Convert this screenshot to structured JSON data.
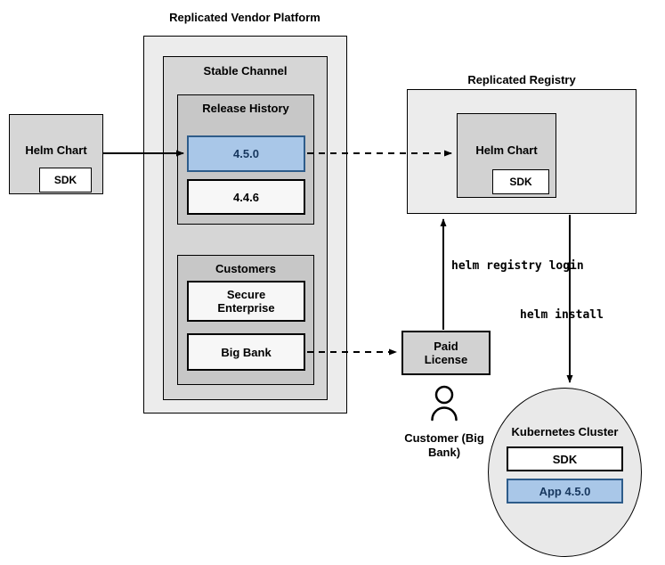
{
  "colors": {
    "outer_container_bg": "#ececec",
    "panel_bg": "#d6d6d6",
    "subpanel_bg": "#c7c7c7",
    "plain_box_bg": "#f7f7f7",
    "white_box_bg": "#ffffff",
    "highlight_bg": "#a9c7e8",
    "highlight_border": "#2e5c8a",
    "highlight_text": "#17375e",
    "line_color": "#000000"
  },
  "vendor_platform": {
    "title": "Replicated Vendor Platform",
    "stable_channel": {
      "title": "Stable Channel",
      "release_history": {
        "title": "Release History",
        "versions": [
          {
            "label": "4.5.0",
            "highlighted": true
          },
          {
            "label": "4.4.6",
            "highlighted": false
          }
        ]
      },
      "customers": {
        "title": "Customers",
        "items": [
          {
            "label": "Secure Enterprise"
          },
          {
            "label": "Big Bank"
          }
        ]
      }
    }
  },
  "source_chart": {
    "title": "Helm Chart",
    "sdk": "SDK"
  },
  "registry": {
    "title": "Replicated Registry",
    "helm_chart": {
      "title": "Helm Chart",
      "sdk": "SDK"
    }
  },
  "paid_license": {
    "label": "Paid License"
  },
  "customer": {
    "label": "Customer (Big Bank)"
  },
  "kubernetes_cluster": {
    "title": "Kubernetes Cluster",
    "sdk": "SDK",
    "app": "App 4.5.0"
  },
  "commands": {
    "registry_login": "helm registry login",
    "install": "helm install"
  }
}
